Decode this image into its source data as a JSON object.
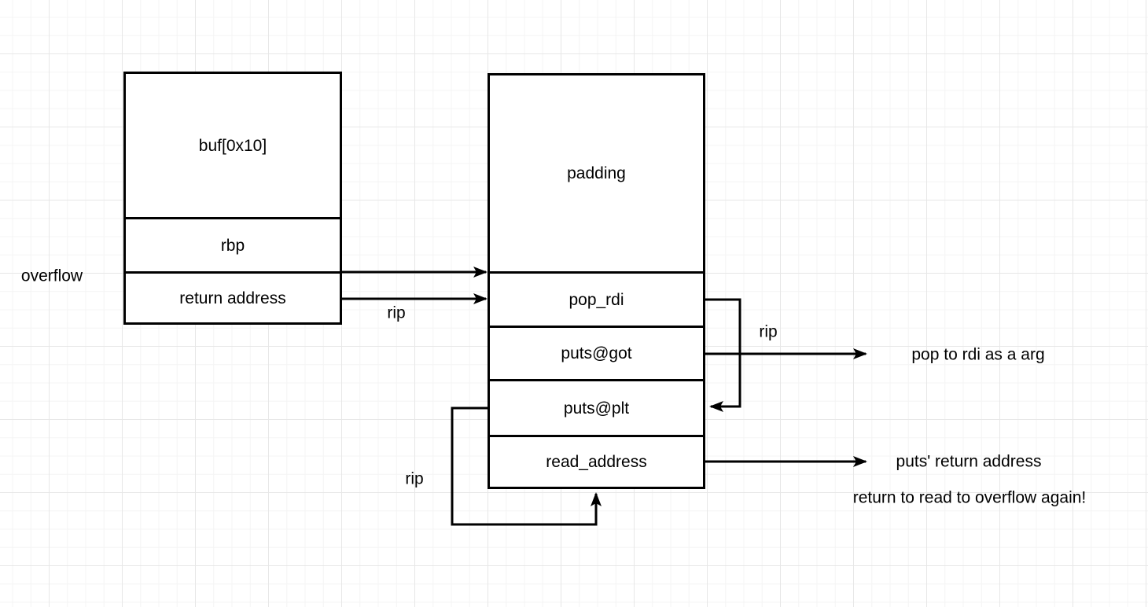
{
  "diagram": {
    "title_semantic": "stack buffer overflow ROP chain diagram",
    "colors": {
      "stroke": "#000000",
      "background": "#ffffff",
      "grid_minor": "#f4f4f4",
      "grid_major": "#e7e7e7",
      "text": "#000000"
    },
    "stack_box": {
      "rows": [
        {
          "label": "buf[0x10]"
        },
        {
          "label": "rbp"
        },
        {
          "label": "return address"
        }
      ]
    },
    "rop_box": {
      "rows": [
        {
          "label": "padding"
        },
        {
          "label": "pop_rdi"
        },
        {
          "label": "puts@got"
        },
        {
          "label": "puts@plt"
        },
        {
          "label": "read_address"
        }
      ]
    },
    "labels": {
      "overflow": "overflow",
      "rip_overflow": "rip",
      "rip_gadget": "rip",
      "rip_loop": "rip",
      "pop_note": "pop to rdi as a arg",
      "puts_note": "puts' return address",
      "return_note": "return to read to overflow again!"
    }
  }
}
